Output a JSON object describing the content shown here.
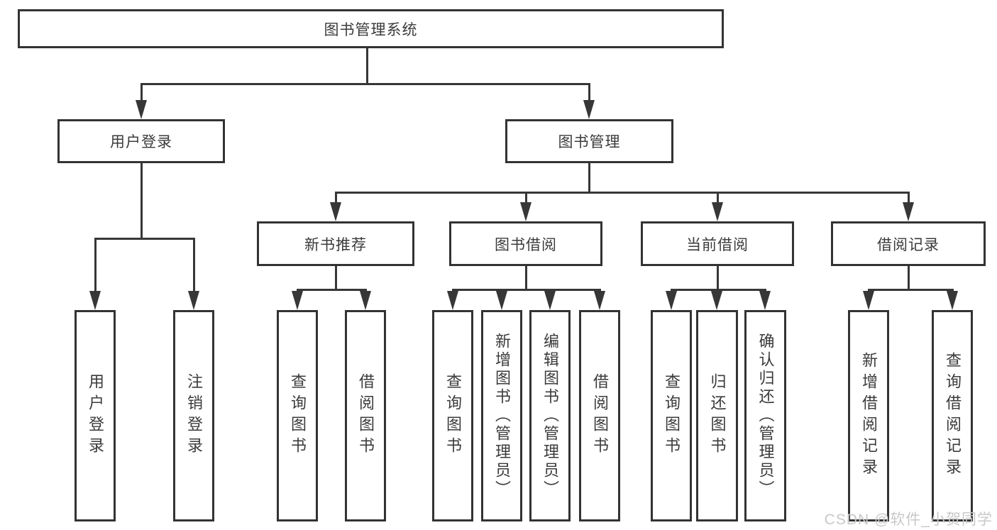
{
  "nodes": {
    "root": "图书管理系统",
    "level2": {
      "user_login": "用户登录",
      "book_mgmt": "图书管理"
    },
    "level3": {
      "recommend": "新书推荐",
      "borrow": "图书借阅",
      "current": "当前借阅",
      "records": "借阅记录"
    },
    "leaves": {
      "user_login_1": "用户登录",
      "user_login_2": "注销登录",
      "recommend_1": "查询图书",
      "recommend_2": "借阅图书",
      "borrow_1": "查询图书",
      "borrow_2": "新增图书（管理员）",
      "borrow_3": "编辑图书（管理员）",
      "borrow_4": "借阅图书",
      "current_1": "查询图书",
      "current_2": "归还图书",
      "current_3": "确认归还（管理员）",
      "records_1": "新增借阅记录",
      "records_2": "查询借阅记录"
    }
  },
  "watermark": "CSDN @软件_小贺同学",
  "colors": {
    "line": "#373737",
    "border": "#333333",
    "text": "#3b3b3b",
    "background": "#ffffff",
    "watermark": "#c8c8c8"
  }
}
